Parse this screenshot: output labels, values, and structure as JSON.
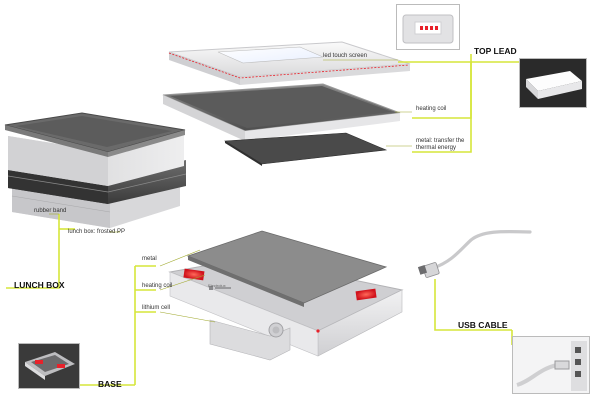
{
  "sections": {
    "top_lead": "TOP LEAD",
    "lunch_box": "LUNCH BOX",
    "base": "BASE",
    "usb_cable": "USB CABLE"
  },
  "labels": {
    "led_touch_screen": "led touch screen",
    "heating_coil_top": "heating coil",
    "metal_transfer_line1": "metal: transfer the",
    "metal_transfer_line2": "thermal energy",
    "rubber_band": "rubber band",
    "lunch_box_frosted": "lunch box: frosted PP",
    "metal_base": "metal",
    "heating_coil_base": "heating coil",
    "lithium_cell": "lithium cell",
    "base_brand": "Electrolux"
  },
  "colors": {
    "leader_line": "#d6e63a",
    "accent_red": "#e8212a",
    "body_silver": "#e4e4e6",
    "lid_dark": "#4a4a4a"
  }
}
